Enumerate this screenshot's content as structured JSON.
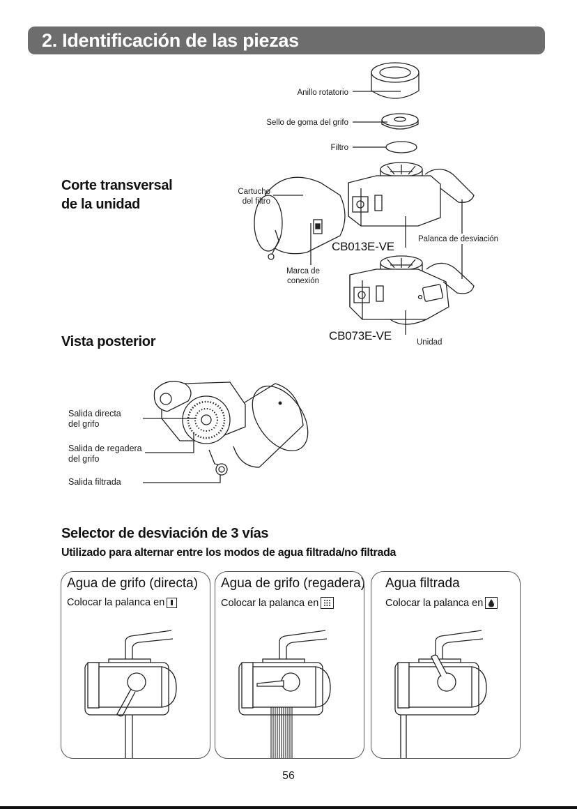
{
  "header": {
    "title": "2. Identificación de las piezas"
  },
  "sections": {
    "cross_section": {
      "line1": "Corte transversal",
      "line2": "de la unidad"
    },
    "rear_view": {
      "title": "Vista posterior"
    },
    "selector": {
      "title": "Selector de desviación de 3 vías",
      "subtitle": "Utilizado para alternar entre los modos de agua filtrada/no filtrada"
    }
  },
  "parts": {
    "rotating_ring": "Anillo rotatorio",
    "rubber_seal": "Sello de goma del grifo",
    "filter": "Filtro",
    "cartridge_line1": "Cartucho",
    "cartridge_line2": "del filtro",
    "connection_mark_line1": "Marca de",
    "connection_mark_line2": "conexión",
    "diverter_lever": "Palanca de desviación",
    "unit": "Unidad"
  },
  "models": {
    "model_a": "CB013E-VE",
    "model_b": "CB073E-VE"
  },
  "outlets": {
    "direct_line1": "Salida directa",
    "direct_line2": "del grifo",
    "shower_line1": "Salida de regadera",
    "shower_line2": "del grifo",
    "filtered": "Salida filtrada"
  },
  "modes": [
    {
      "title": "Agua de grifo (directa)",
      "instruction": "Colocar la palanca en",
      "icon": "bar-icon"
    },
    {
      "title": "Agua de grifo (regadera)",
      "instruction": "Colocar la palanca en",
      "icon": "shower-dots-icon"
    },
    {
      "title": "Agua filtrada",
      "instruction": "Colocar la palanca en",
      "icon": "water-drop-icon"
    }
  ],
  "page_number": "56"
}
